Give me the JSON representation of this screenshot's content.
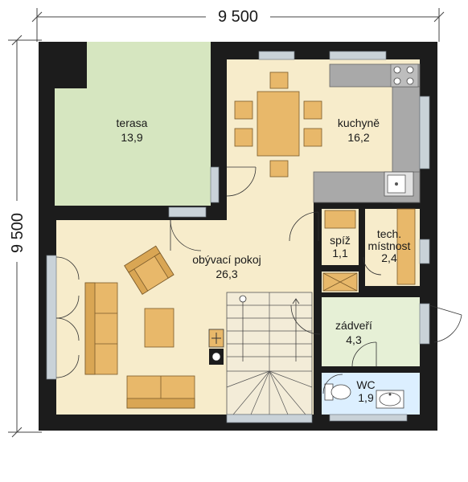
{
  "dimensions": {
    "width": "9 500",
    "height": "9 500"
  },
  "colors": {
    "wall": "#1c1c1c",
    "terrace": "#d6e6c0",
    "living": "#f7eccb",
    "kitchen": "#f7eccb",
    "hall": "#e6f0d6",
    "wc": "#dcefff",
    "utility": "#f7eccb",
    "furniture": "#e8b86a",
    "counter": "#a9a9a9",
    "window": "#c9d2d8"
  },
  "rooms": {
    "terrace": {
      "name": "terasa",
      "area": "13,9"
    },
    "kitchen": {
      "name": "kuchyně",
      "area": "16,2"
    },
    "living": {
      "name": "obývací pokoj",
      "area": "26,3"
    },
    "pantry": {
      "name": "spíž",
      "area": "1,1"
    },
    "tech": {
      "name_line1": "tech.",
      "name_line2": "místnost",
      "area": "2,4"
    },
    "hall": {
      "name": "zádveří",
      "area": "4,3"
    },
    "wc": {
      "name": "WC",
      "area": "1,9"
    }
  },
  "icons": {
    "stove": "stove-icon",
    "sink": "sink-icon",
    "toilet": "toilet-icon",
    "washbasin": "washbasin-icon",
    "chimney": "chimney-icon"
  }
}
